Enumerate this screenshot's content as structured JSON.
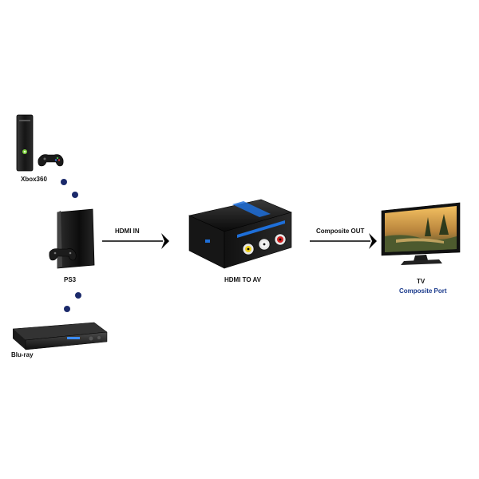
{
  "sources": {
    "xbox": {
      "label": "Xbox360"
    },
    "ps3": {
      "label": "PS3"
    },
    "bluray": {
      "label": "Blu-ray"
    }
  },
  "arrows": {
    "input": {
      "label": "HDMI IN"
    },
    "output": {
      "label": "Composite OUT"
    }
  },
  "converter": {
    "label": "HDMI TO AV"
  },
  "tv": {
    "label": "TV",
    "sublabel": "Composite Port"
  },
  "colors": {
    "dot": "#1b2a6b",
    "converter_accent": "#1e6fd9",
    "sublabel": "#1a3a8c"
  }
}
